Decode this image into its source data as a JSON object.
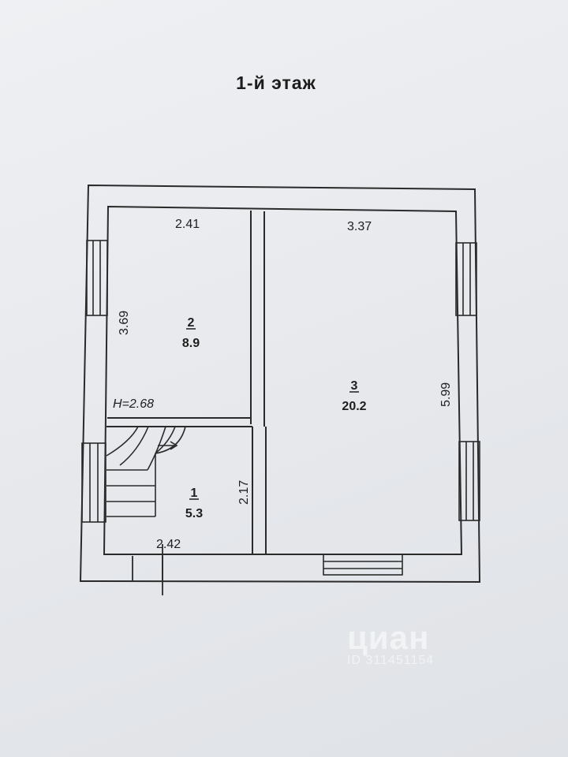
{
  "header": {
    "title": "1-й  этаж"
  },
  "rooms": [
    {
      "number": "1",
      "area": "5.3"
    },
    {
      "number": "2",
      "area": "8.9"
    },
    {
      "number": "3",
      "area": "20.2"
    }
  ],
  "dimensions": {
    "room2_width": "2.41",
    "room2_length": "3.69",
    "room3_width": "3.37",
    "room3_length": "5.99",
    "room1_length": "2.17",
    "room1_width": "2.42",
    "ceiling_height": "H=2.68"
  },
  "watermark": {
    "logo": "циан",
    "id": "ID 311451154"
  }
}
